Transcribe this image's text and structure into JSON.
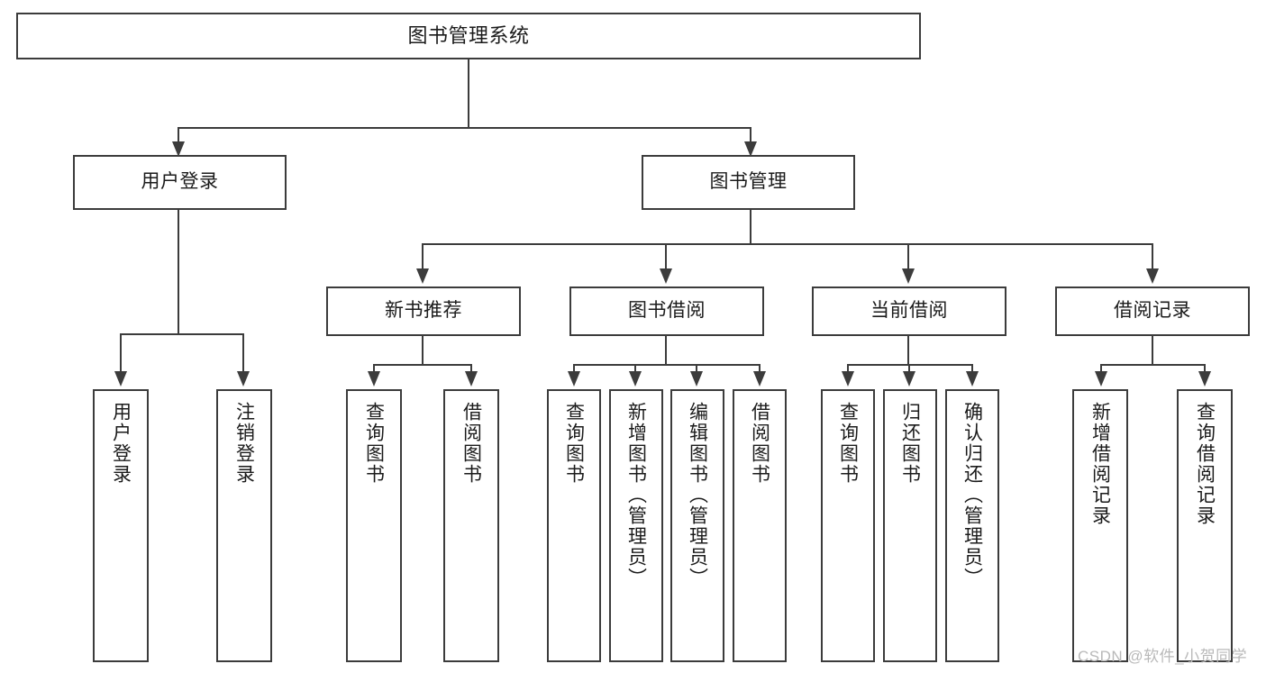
{
  "diagram": {
    "title": "图书管理系统",
    "type": "hierarchy-tree",
    "orientation": "top-down",
    "colors": {
      "border": "#3c3c3c",
      "fill": "#ffffff",
      "text": "#1b1b1b",
      "connector": "#3c3c3c",
      "watermark": "#b9b9b9"
    },
    "levels": [
      {
        "level": 0,
        "nodes": [
          {
            "id": "root",
            "label": "图书管理系统",
            "text_direction": "horizontal"
          }
        ]
      },
      {
        "level": 1,
        "nodes": [
          {
            "id": "user-login",
            "label": "用户登录",
            "text_direction": "horizontal"
          },
          {
            "id": "book-manage",
            "label": "图书管理",
            "text_direction": "horizontal"
          }
        ]
      },
      {
        "level": 2,
        "nodes": [
          {
            "id": "new-book-rec",
            "label": "新书推荐",
            "text_direction": "horizontal"
          },
          {
            "id": "book-borrow",
            "label": "图书借阅",
            "text_direction": "horizontal"
          },
          {
            "id": "current-borrow",
            "label": "当前借阅",
            "text_direction": "horizontal"
          },
          {
            "id": "borrow-record",
            "label": "借阅记录",
            "text_direction": "horizontal"
          }
        ]
      },
      {
        "level": 3,
        "nodes": [
          {
            "id": "leaf-user-login",
            "label": "用户登录",
            "parent": "user-login",
            "text_direction": "vertical"
          },
          {
            "id": "leaf-logout",
            "label": "注销登录",
            "parent": "user-login",
            "text_direction": "vertical"
          },
          {
            "id": "leaf-query-book-rec",
            "label": "查询图书",
            "parent": "new-book-rec",
            "text_direction": "vertical"
          },
          {
            "id": "leaf-borrow-book-rec",
            "label": "借阅图书",
            "parent": "new-book-rec",
            "text_direction": "vertical"
          },
          {
            "id": "leaf-query-book-borrow",
            "label": "查询图书",
            "parent": "book-borrow",
            "text_direction": "vertical"
          },
          {
            "id": "leaf-add-book",
            "label": "新增图书（管理员）",
            "parent": "book-borrow",
            "text_direction": "vertical"
          },
          {
            "id": "leaf-edit-book",
            "label": "编辑图书（管理员）",
            "parent": "book-borrow",
            "text_direction": "vertical"
          },
          {
            "id": "leaf-borrow-book",
            "label": "借阅图书",
            "parent": "book-borrow",
            "text_direction": "vertical"
          },
          {
            "id": "leaf-query-book-cur",
            "label": "查询图书",
            "parent": "current-borrow",
            "text_direction": "vertical"
          },
          {
            "id": "leaf-return-book",
            "label": "归还图书",
            "parent": "current-borrow",
            "text_direction": "vertical"
          },
          {
            "id": "leaf-confirm-return",
            "label": "确认归还（管理员）",
            "parent": "current-borrow",
            "text_direction": "vertical"
          },
          {
            "id": "leaf-add-record",
            "label": "新增借阅记录",
            "parent": "borrow-record",
            "text_direction": "vertical"
          },
          {
            "id": "leaf-query-record",
            "label": "查询借阅记录",
            "parent": "borrow-record",
            "text_direction": "vertical"
          }
        ]
      }
    ]
  },
  "watermark": {
    "text": "CSDN @软件_小贺同学"
  }
}
